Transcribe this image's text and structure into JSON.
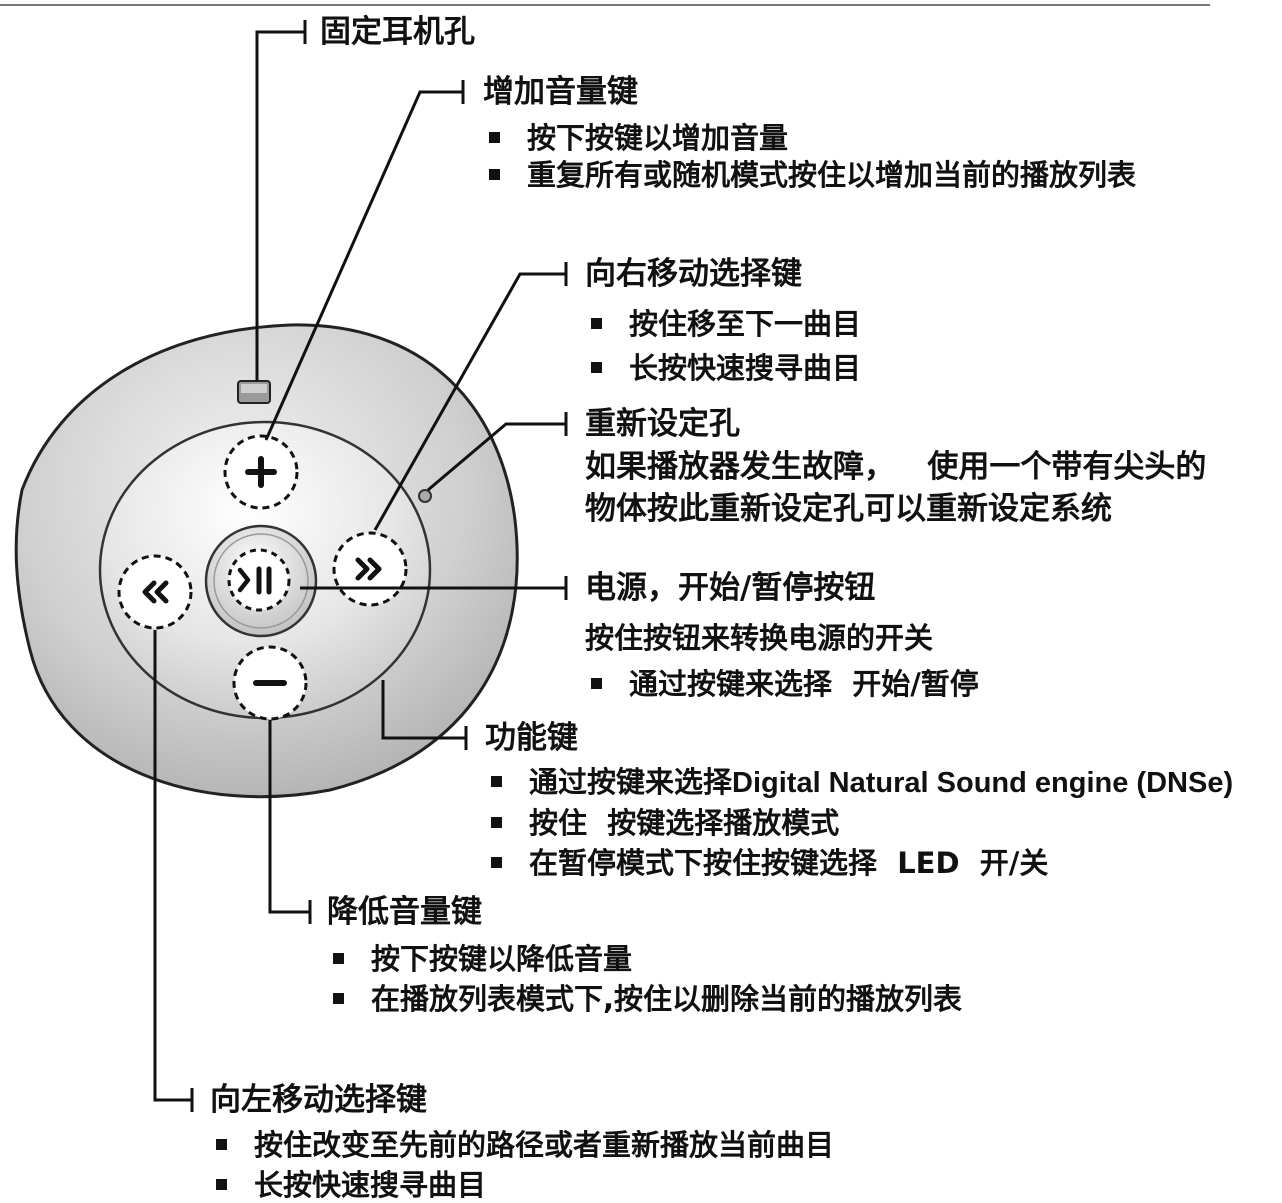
{
  "callouts": {
    "hold_earphone": {
      "title": "固定耳机孔"
    },
    "vol_up": {
      "title": "增加音量键",
      "bullets": [
        "按下按键以增加音量",
        "重复所有或随机模式按住以增加当前的播放列表"
      ]
    },
    "right_select": {
      "title": "向右移动选择键",
      "bullets": [
        "按住移至下一曲目",
        "长按快速搜寻曲目"
      ]
    },
    "reset": {
      "title": "重新设定孔",
      "lines": [
        "如果播放器发生故障，   使用一个带有尖头的",
        "物体按此重新设定孔可以重新设定系统"
      ]
    },
    "power": {
      "title": "电源，开始/暂停按钮",
      "note": "按住按钮来转换电源的开关",
      "bullets": [
        "通过按键来选择  开始/暂停"
      ]
    },
    "function": {
      "title": "功能键",
      "bullets": [
        "通过按键来选择",
        "按住  按键选择播放模式",
        "在暂停模式下按住按键选择  LED  开/关"
      ],
      "dnse_text": "Digital Natural Sound engine (DNSe)"
    },
    "vol_down": {
      "title": "降低音量键",
      "bullets": [
        "按下按键以降低音量",
        "在播放列表模式下,按住以删除当前的播放列表"
      ]
    },
    "left_select": {
      "title": "向左移动选择键",
      "bullets": [
        "按住改变至先前的路径或者重新播放当前曲目",
        "长按快速搜寻曲目"
      ]
    }
  },
  "device": {
    "buttons": {
      "vol_up_icon": "plus-icon",
      "vol_down_icon": "minus-icon",
      "next_icon": "double-chevron-right-icon",
      "prev_icon": "double-chevron-left-icon",
      "play_pause_icon": "play-pause-icon"
    }
  },
  "colors": {
    "ink": "#111111",
    "body_shade": "#c9c9c9",
    "face_shade": "#e4e4e4"
  }
}
